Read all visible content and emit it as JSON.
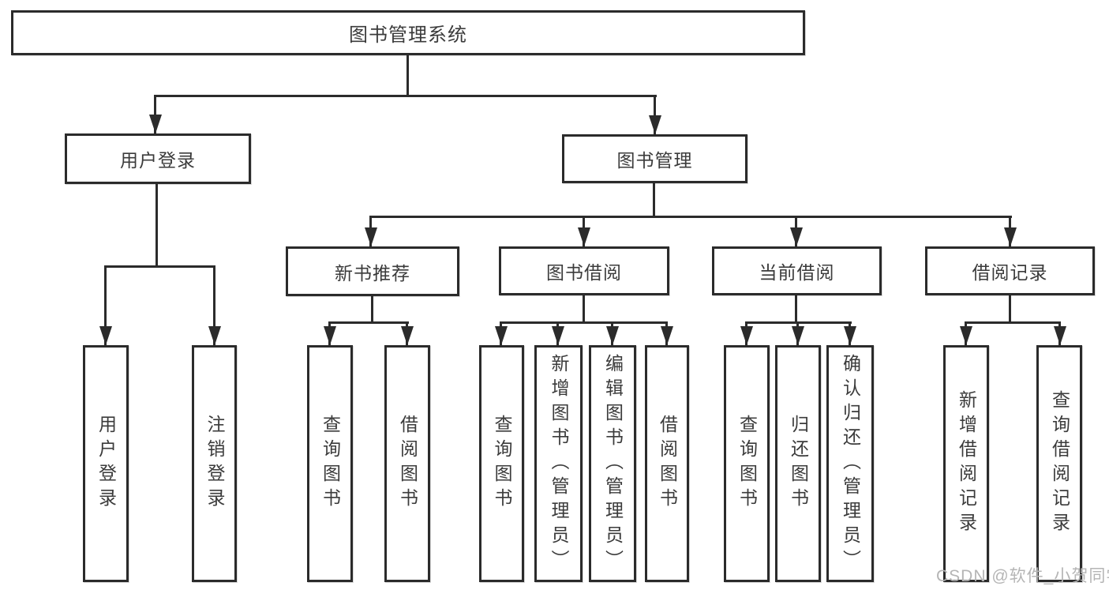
{
  "tree": {
    "root": {
      "label": "图书管理系统"
    },
    "user_login": {
      "label": "用户登录",
      "children": {
        "login": {
          "label": "用户登录"
        },
        "logout": {
          "label": "注销登录"
        }
      }
    },
    "book_management": {
      "label": "图书管理",
      "children": {
        "new_book_recommend": {
          "label": "新书推荐",
          "children": {
            "query_book": {
              "label": "查询图书"
            },
            "borrow_book": {
              "label": "借阅图书"
            }
          }
        },
        "book_borrow": {
          "label": "图书借阅",
          "children": {
            "query_book": {
              "label": "查询图书"
            },
            "add_book_admin": {
              "label": "新增图书（管理员）"
            },
            "edit_book_admin": {
              "label": "编辑图书（管理员）"
            },
            "borrow_book": {
              "label": "借阅图书"
            }
          }
        },
        "current_borrow": {
          "label": "当前借阅",
          "children": {
            "query_book": {
              "label": "查询图书"
            },
            "return_book": {
              "label": "归还图书"
            },
            "confirm_return_admin": {
              "label": "确认归还（管理员）"
            }
          }
        },
        "borrow_record": {
          "label": "借阅记录",
          "children": {
            "add_record": {
              "label": "新增借阅记录"
            },
            "query_record": {
              "label": "查询借阅记录"
            }
          }
        }
      }
    }
  },
  "watermark": {
    "text": "CSDN @软件_小贺同学"
  },
  "colors": {
    "line": "#2b2b2b",
    "text": "#3b3b3b",
    "box_background": "#ffffff",
    "page_background": "#ffffff",
    "watermark": "#b5b5b5"
  }
}
